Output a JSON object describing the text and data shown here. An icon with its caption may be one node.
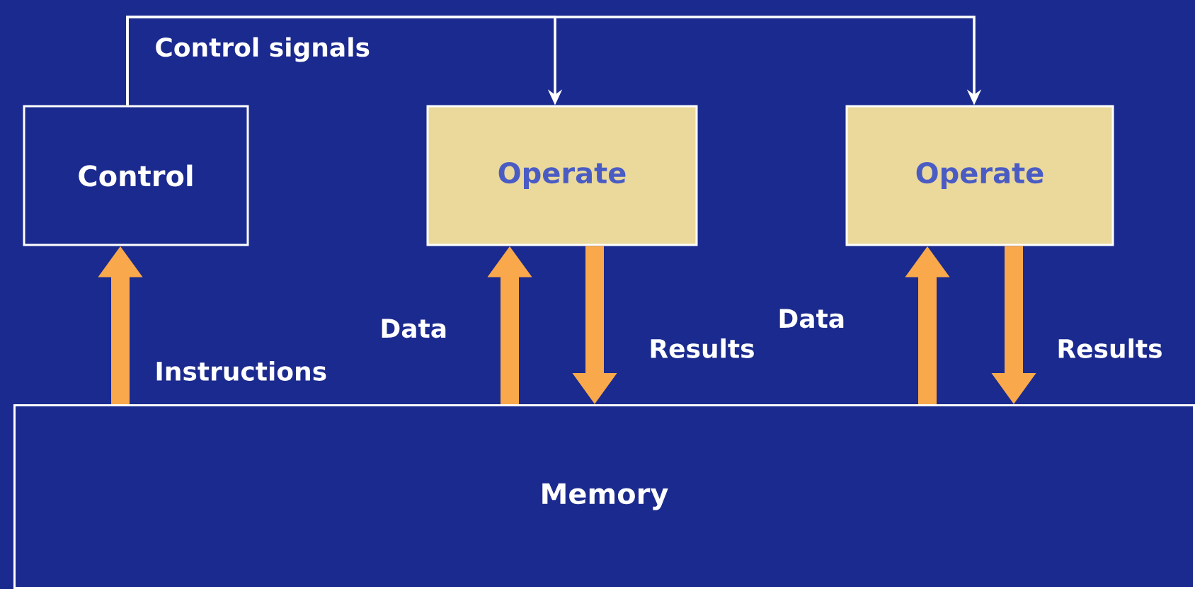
{
  "diagram": {
    "nodes": [
      {
        "text": [
          "Control"
        ]
      },
      {
        "text": [
          "Operate"
        ]
      },
      {
        "text": [
          "Operate"
        ]
      },
      {
        "text": [
          "Memory"
        ]
      }
    ],
    "edges": [
      {
        "from": 0,
        "to": 1,
        "arrow": "to",
        "label": "Control signals",
        "color": "#ffffff"
      },
      {
        "from": 0,
        "to": 2,
        "arrow": "to",
        "color": "#ffffff"
      },
      {
        "from": 3,
        "to": 0,
        "arrow": "to",
        "label": "Instructions"
      },
      {
        "from": 3,
        "to": 1,
        "arrow": "to",
        "label": "Data"
      },
      {
        "from": 1,
        "to": 3,
        "arrow": "to",
        "label": "Results"
      },
      {
        "from": 3,
        "to": 2,
        "arrow": "to",
        "label": "Data"
      },
      {
        "from": 2,
        "to": 3,
        "arrow": "to",
        "label": "Results"
      }
    ]
  }
}
